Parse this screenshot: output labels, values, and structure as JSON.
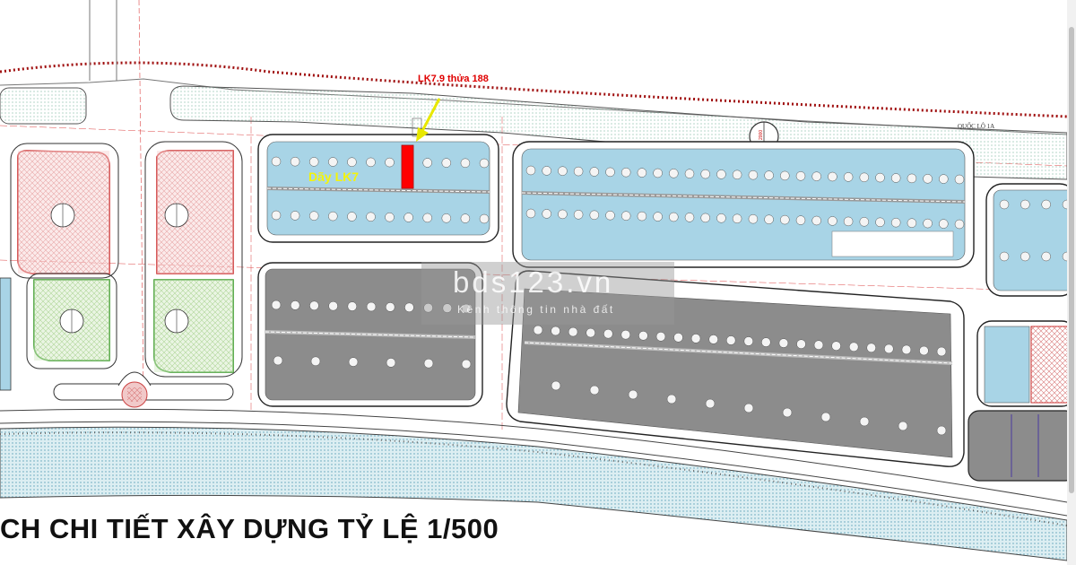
{
  "plan_title": "CH CHI TIẾT XÂY DỰNG TỶ LỆ 1/500",
  "highlight_label": "LK7.9 thửa 188",
  "row_label": "Dãy LK7",
  "road_label": "QUỐC LỘ 1A",
  "watermark": {
    "logo": "bds123.vn",
    "tagline": "Kênh thông tin nhà đất"
  },
  "colors": {
    "residential": "#a8d4e6",
    "commercial_dark": "#8c8c8c",
    "green_strip": "#cfe6dc",
    "park_green": "#c5e0b3",
    "public_red": "#f4c8c8",
    "highlight": "#ff0000",
    "arrow": "#f0f000",
    "boundary_red": "#cc2222"
  },
  "icons": [
    "lot-marker-icon",
    "pointer-arrow-icon",
    "roundabout-icon"
  ]
}
